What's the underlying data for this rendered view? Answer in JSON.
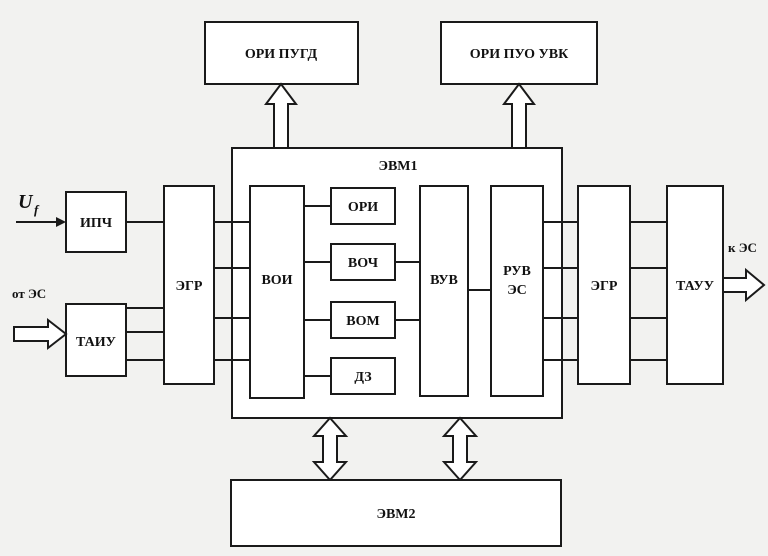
{
  "blocks": {
    "ori_pugd": "ОРИ ПУГД",
    "ori_puo_uvk": "ОРИ ПУО УВК",
    "evm1": "ЭВМ1",
    "evm2": "ЭВМ2",
    "ipch": "ИПЧ",
    "taiu": "ТАИУ",
    "egr_left": "ЭГР",
    "voi": "ВОИ",
    "ori": "ОРИ",
    "voch": "ВОЧ",
    "vom": "ВОМ",
    "dz": "ДЗ",
    "vuv": "ВУВ",
    "ruv_line1": "РУВ",
    "ruv_line2": "ЭС",
    "egr_right": "ЭГР",
    "tauu": "ТАУУ"
  },
  "signals": {
    "uf_main": "U",
    "uf_sub": "f",
    "from_es": "от ЭС",
    "to_es": "к ЭС"
  },
  "colors": {
    "stroke": "#1a1a1a",
    "fill": "#ffffff",
    "background": "#f2f2f0"
  }
}
